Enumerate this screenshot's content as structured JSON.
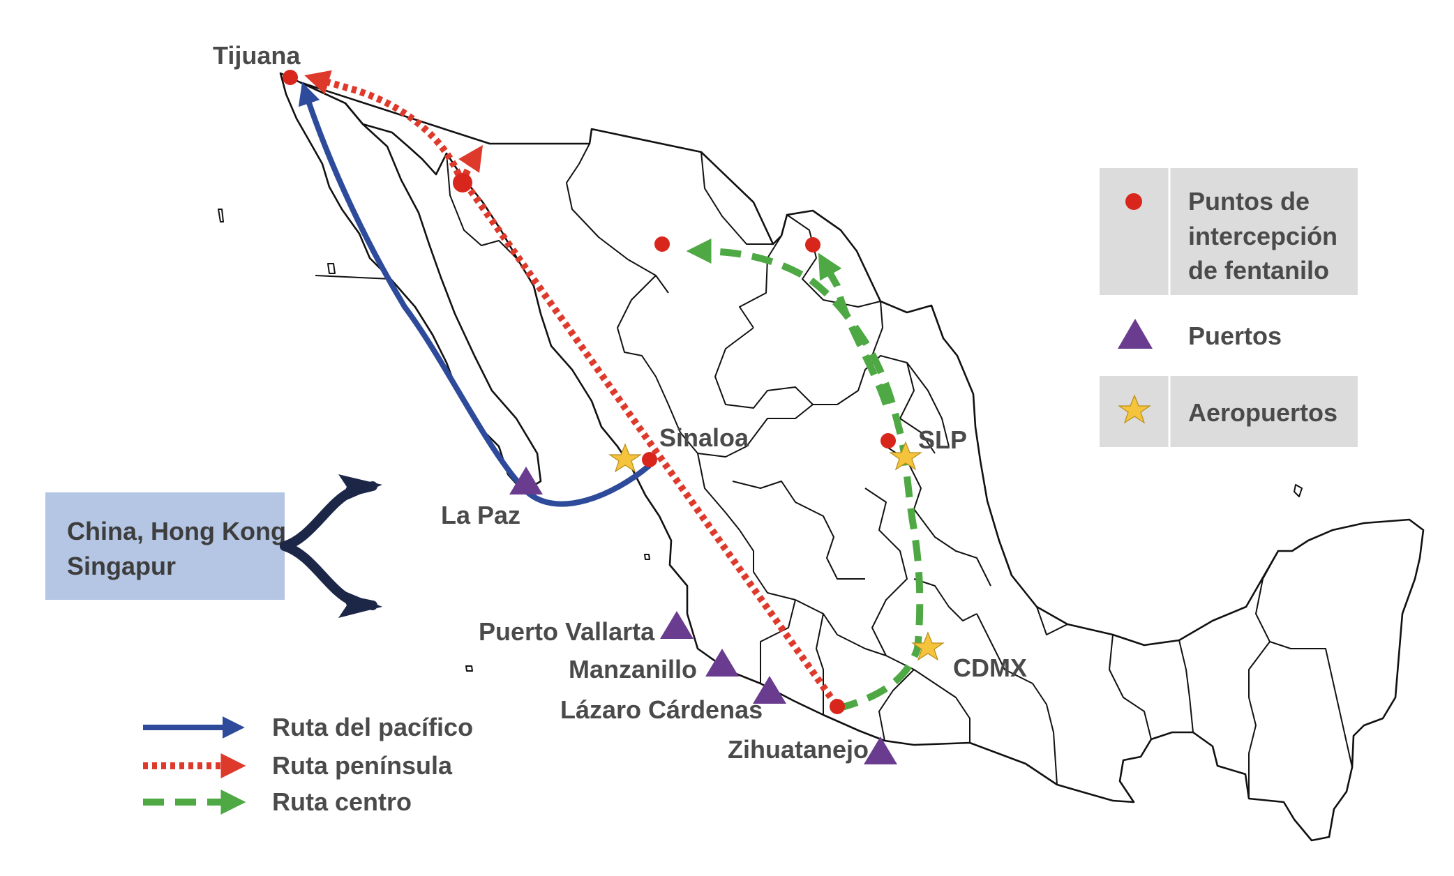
{
  "colors": {
    "pacific_route": "#2e4b9b",
    "peninsula_route": "#de3a2c",
    "center_route": "#4ea843",
    "interception_point": "#d9261c",
    "port": "#6a3c8f",
    "airport": "#f6c33c",
    "origin_box": "#b4c6e4",
    "origin_arrows": "#1c2748",
    "legend_box": "#dcdcdc",
    "border_lines": "#111111"
  },
  "cities": {
    "tijuana": "Tijuana",
    "sinaloa": "Sinaloa",
    "la_paz": "La Paz",
    "slp": "SLP",
    "cdmx": "CDMX",
    "puerto_vallarta": "Puerto Vallarta",
    "manzanillo": "Manzanillo",
    "lazaro_cardenas": "Lázaro Cárdenas",
    "zihuatanejo": "Zihuatanejo"
  },
  "origin": {
    "line1": "China, Hong Kong",
    "line2": "Singapur"
  },
  "legend_markers": {
    "interception_line1": "Puntos de",
    "interception_line2": "intercepción",
    "interception_line3": "de fentanilo",
    "ports": "Puertos",
    "airports": "Aeropuertos"
  },
  "legend_routes": {
    "pacific": "Ruta del pacífico",
    "peninsula": "Ruta península",
    "center": "Ruta centro"
  },
  "icons": [
    "interception-dot-icon",
    "port-triangle-icon",
    "airport-star-icon"
  ]
}
